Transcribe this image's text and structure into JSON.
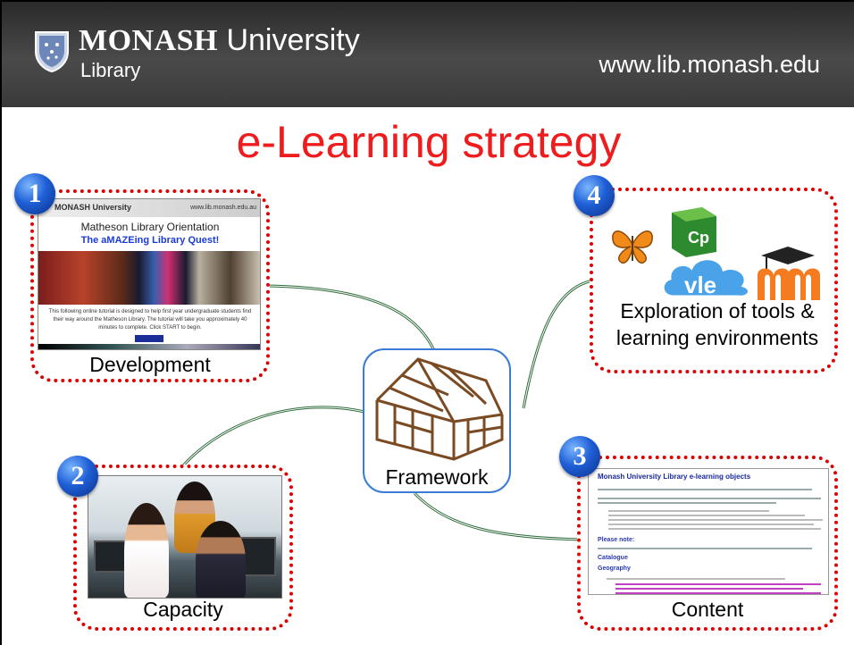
{
  "header": {
    "brand_main": "MONASH",
    "brand_sub": " University",
    "library": "Library",
    "url": "www.lib.monash.edu"
  },
  "title": "e-Learning strategy",
  "center": {
    "label": "Framework"
  },
  "nodes": [
    {
      "number": "1",
      "label": "Development"
    },
    {
      "number": "2",
      "label": "Capacity"
    },
    {
      "number": "3",
      "label": "Content"
    },
    {
      "number": "4",
      "label_line1": "Exploration of tools &",
      "label_line2": "learning environments"
    }
  ],
  "thumb_development": {
    "header_left": "MONASH University",
    "header_right": "www.lib.monash.edu.au",
    "title": "Matheson Library Orientation",
    "subtitle": "The aMAZEing Library Quest!",
    "body": "This following online tutorial is designed to help first year undergraduate students find their way around the Matheson Library. The tutorial will take you approximately 40 minutes to complete. Click START to begin."
  },
  "doc_content": {
    "heading": "Monash University Library e-learning objects",
    "links": [
      "Please note:",
      "Catalogue",
      "Geography"
    ]
  },
  "tools": {
    "vle_label": "vle",
    "cp_label": "Cp"
  },
  "colors": {
    "title": "#ee1c1c",
    "border": "#dd0000",
    "connector": "#2e6b3a",
    "badge": "#1f5fd6",
    "header_bg": "#3a3a3a"
  },
  "icons": [
    "monash-crest-icon",
    "butterfly-icon",
    "captivate-icon",
    "vle-cloud-icon",
    "moodle-icon",
    "house-frame-icon"
  ]
}
